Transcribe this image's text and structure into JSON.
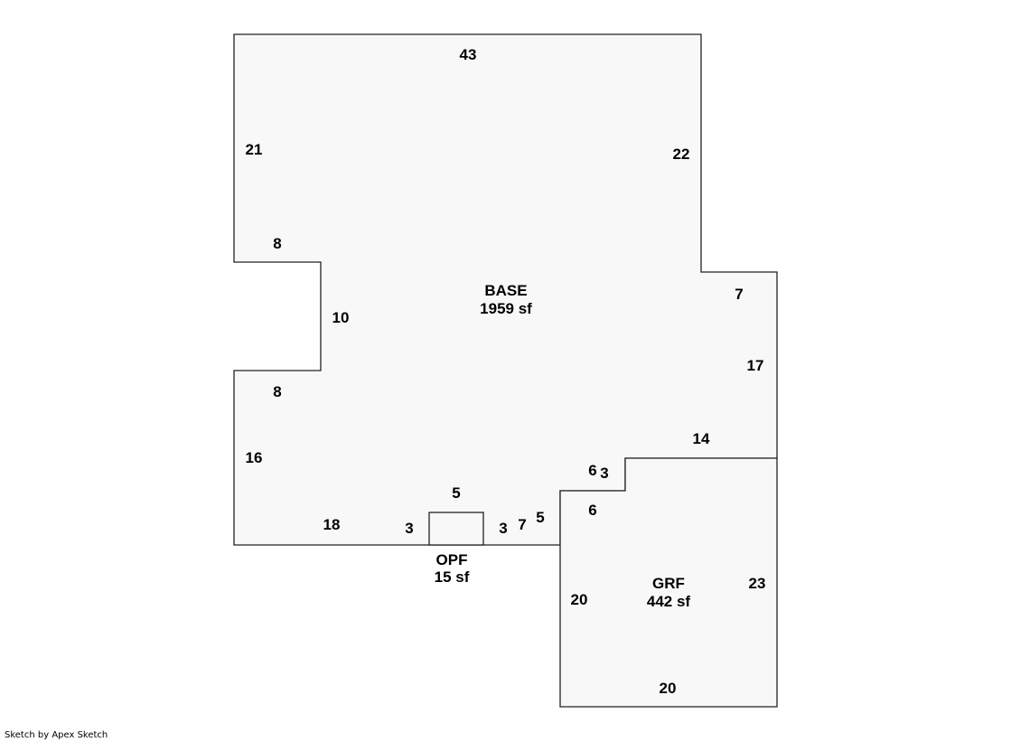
{
  "areas": {
    "base": {
      "name": "BASE",
      "size": "1959 sf"
    },
    "opf": {
      "name": "OPF",
      "size": "15 sf"
    },
    "grf": {
      "name": "GRF",
      "size": "442 sf"
    }
  },
  "dimensions": {
    "base_top": "43",
    "base_left_upper": "21",
    "base_right_upper": "22",
    "notch_top": "8",
    "notch_side": "10",
    "notch_bottom": "8",
    "base_left_lower": "16",
    "base_right_step": "7",
    "base_right_lower": "17",
    "base_bottom_left": "18",
    "opf_left": "3",
    "opf_top": "5",
    "opf_right": "3",
    "base_bottom_7": "7",
    "base_bottom_5": "5",
    "step_6_upper": "6",
    "step_3": "3",
    "step_14": "14",
    "grf_step_6": "6",
    "grf_left": "20",
    "grf_right": "23",
    "grf_bottom": "20"
  },
  "footer": "Sketch by Apex Sketch"
}
